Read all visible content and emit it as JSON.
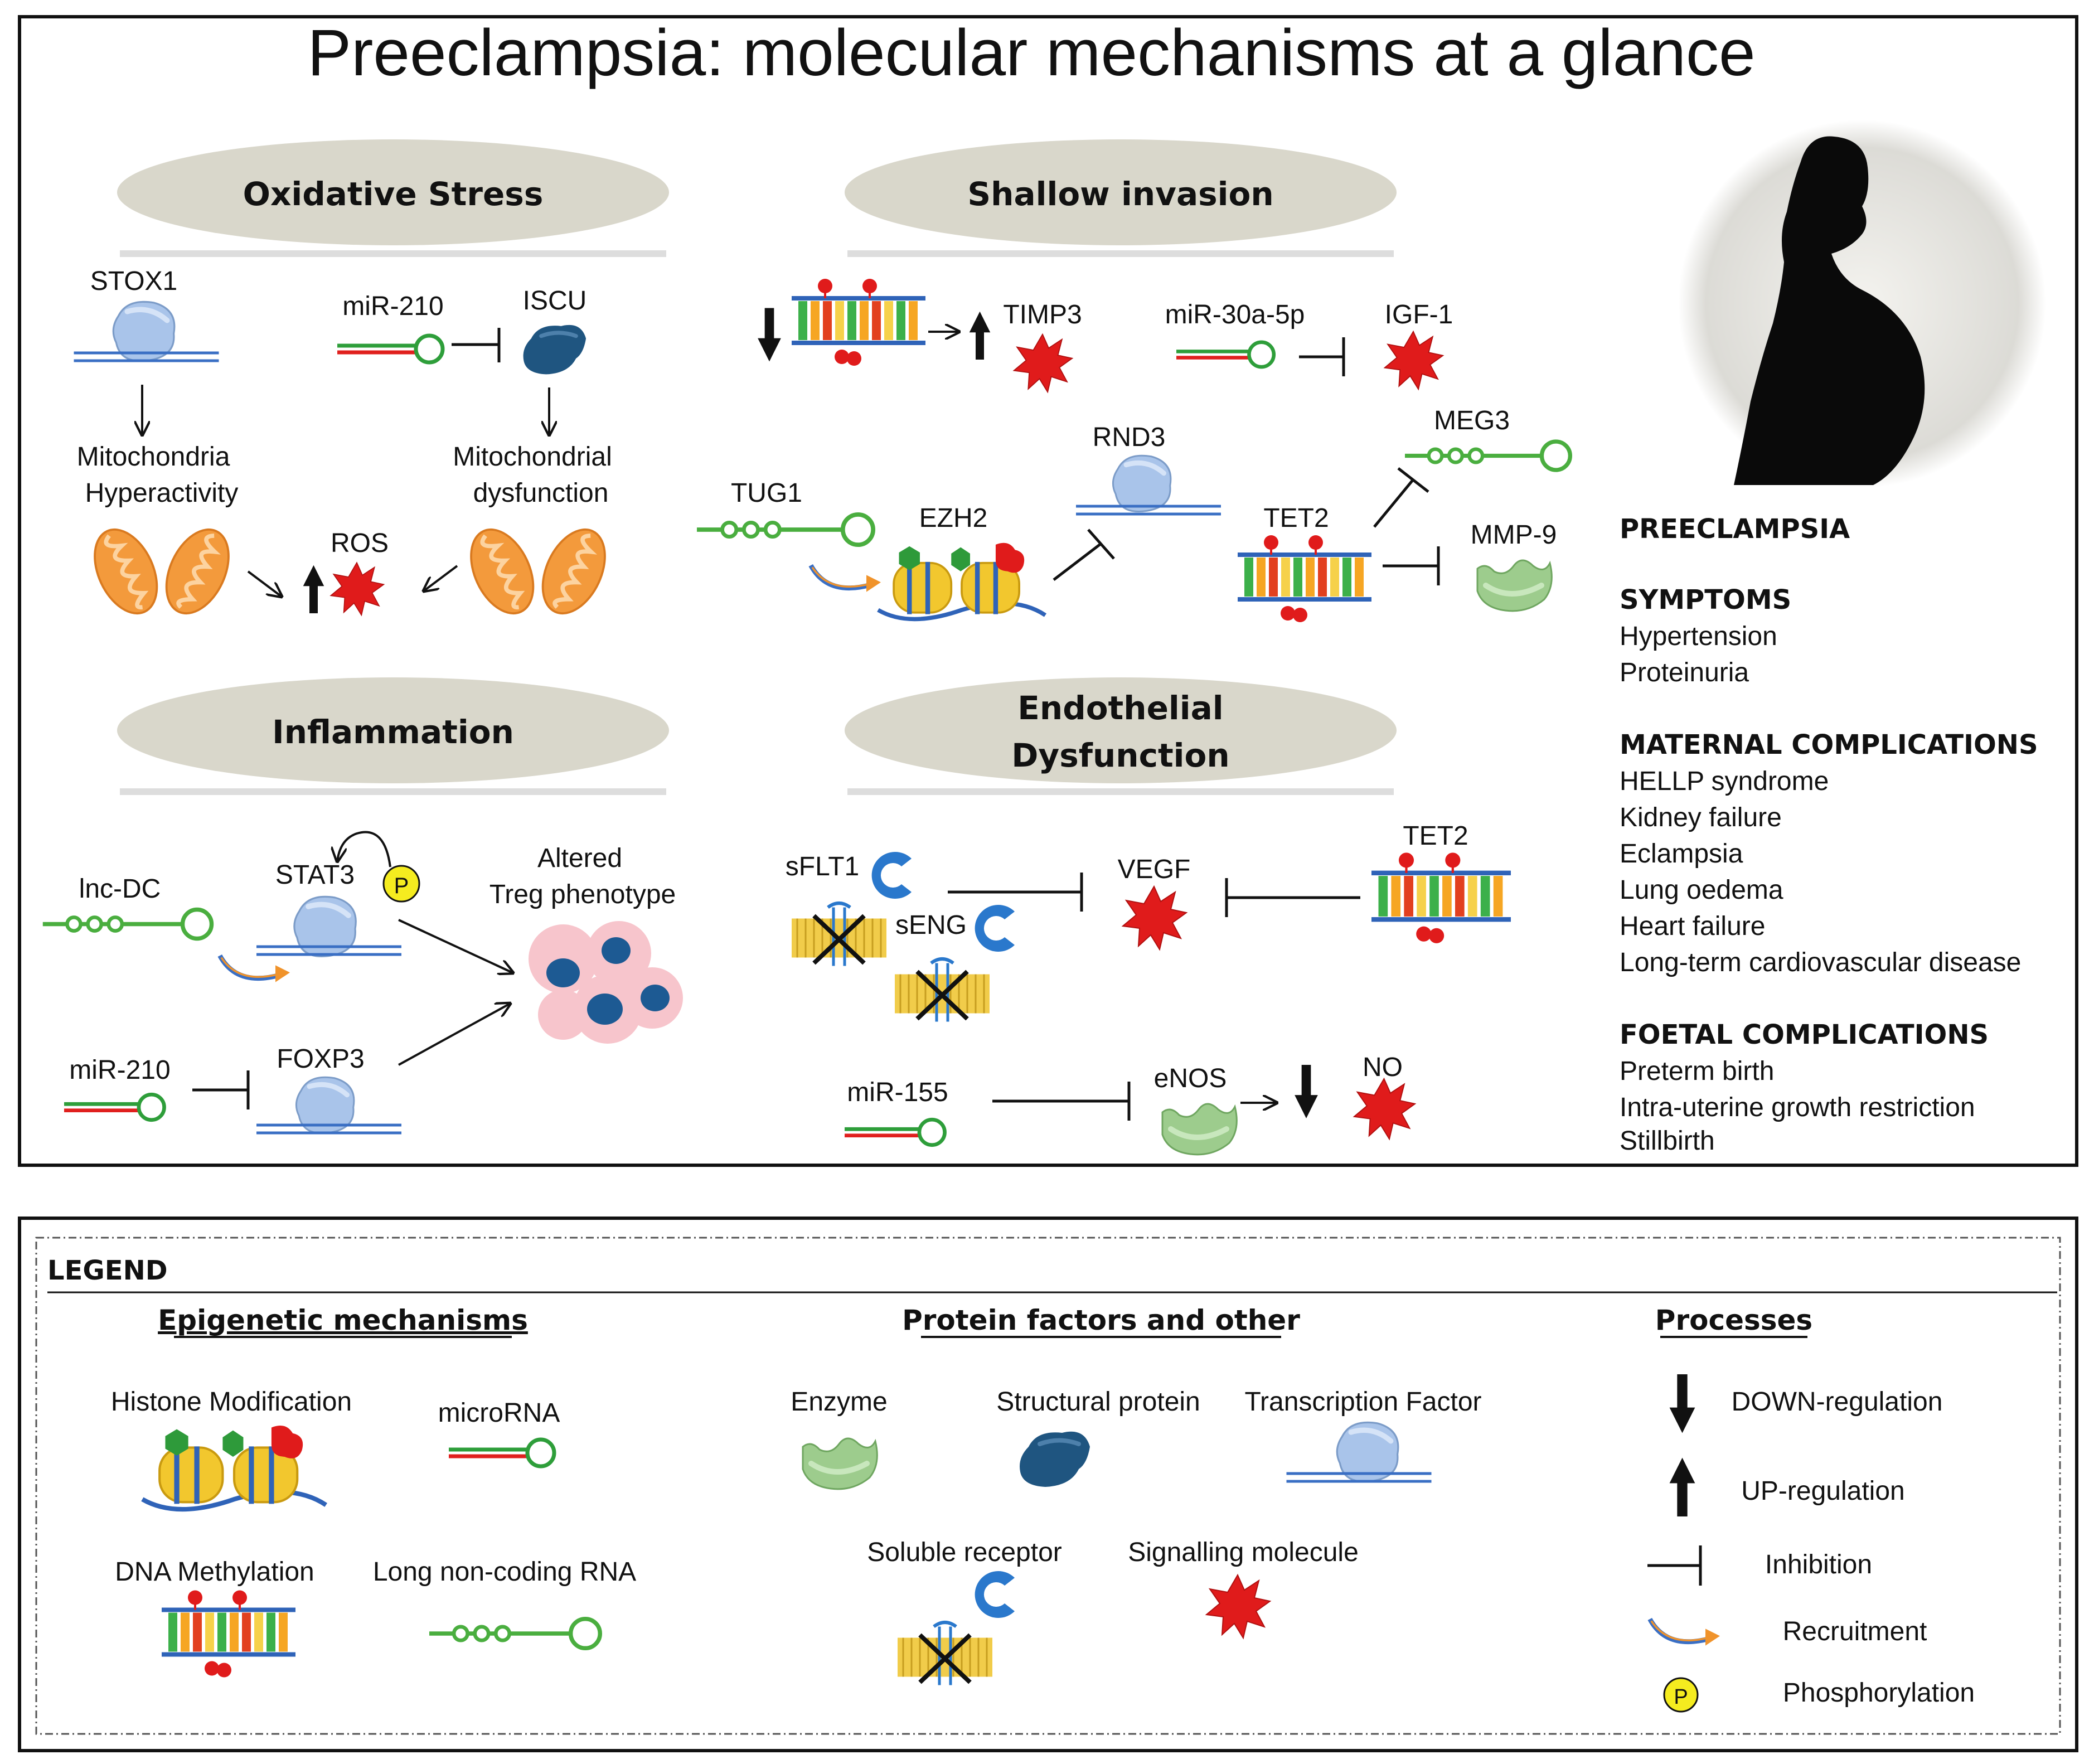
{
  "title": "Preeclampsia: molecular mechanisms at a glance",
  "sections": {
    "oxidative_stress": "Oxidative Stress",
    "shallow_invasion": "Shallow invasion",
    "inflammation": "Inflammation",
    "endothelial_dysfunction_1": "Endothelial",
    "endothelial_dysfunction_2": "Dysfunction"
  },
  "oxidative": {
    "stox1": "STOX1",
    "mir210": "miR-210",
    "iscu": "ISCU",
    "mito_hyper_1": "Mitochondria",
    "mito_hyper_2": "Hyperactivity",
    "mito_dys_1": "Mitochondrial",
    "mito_dys_2": "dysfunction",
    "ros": "ROS"
  },
  "invasion": {
    "timp3": "TIMP3",
    "mir30a": "miR-30a-5p",
    "igf1": "IGF-1",
    "rnd3": "RND3",
    "meg3": "MEG3",
    "tug1": "TUG1",
    "ezh2": "EZH2",
    "tet2": "TET2",
    "mmp9": "MMP-9"
  },
  "inflammation": {
    "lnc_dc": "lnc-DC",
    "stat3": "STAT3",
    "phospho": "P",
    "altered_1": "Altered",
    "altered_2": "Treg phenotype",
    "mir210": "miR-210",
    "foxp3": "FOXP3"
  },
  "endothelial": {
    "sflt1": "sFLT1",
    "seng": "sENG",
    "vegf": "VEGF",
    "tet2": "TET2",
    "mir155": "miR-155",
    "enos": "eNOS",
    "no": "NO"
  },
  "clinical": {
    "heading": "PREECLAMPSIA",
    "symptoms_heading": "SYMPTOMS",
    "symptoms": [
      "Hypertension",
      "Proteinuria"
    ],
    "maternal_heading": "MATERNAL COMPLICATIONS",
    "maternal": [
      "HELLP syndrome",
      "Kidney failure",
      "Eclampsia",
      "Lung oedema",
      "Heart failure",
      "Long-term cardiovascular disease"
    ],
    "foetal_heading": "FOETAL COMPLICATIONS",
    "foetal": [
      "Preterm birth",
      "Intra-uterine growth restriction",
      "Stillbirth"
    ]
  },
  "legend": {
    "title": "LEGEND",
    "epigenetic_heading": "Epigenetic mechanisms",
    "protein_heading": "Protein factors and other",
    "processes_heading": "Processes",
    "histone": "Histone Modification",
    "microrna": "microRNA",
    "dna_methylation": "DNA Methylation",
    "lncrna": "Long non-coding RNA",
    "enzyme": "Enzyme",
    "structural": "Structural protein",
    "tf": "Transcription Factor",
    "soluble_receptor": "Soluble receptor",
    "signalling": "Signalling molecule",
    "down": "DOWN-regulation",
    "up": "UP-regulation",
    "inhibition": "Inhibition",
    "recruitment": "Recruitment",
    "phosphorylation": "Phosphorylation",
    "phospho_symbol": "P"
  },
  "colors": {
    "tf_blue": "#a9c4ea",
    "structural_navy": "#1f5580",
    "enzyme_green": "#9dcc8d",
    "signal_red": "#e01b1b",
    "mito_orange": "#f39a3c",
    "lnc_green": "#4aae3f",
    "oval_grey": "#d9d7cb",
    "dna_blue": "#3a6fc4",
    "receptor_blue": "#2a78cc",
    "membrane_yellow": "#f1cc4a"
  }
}
